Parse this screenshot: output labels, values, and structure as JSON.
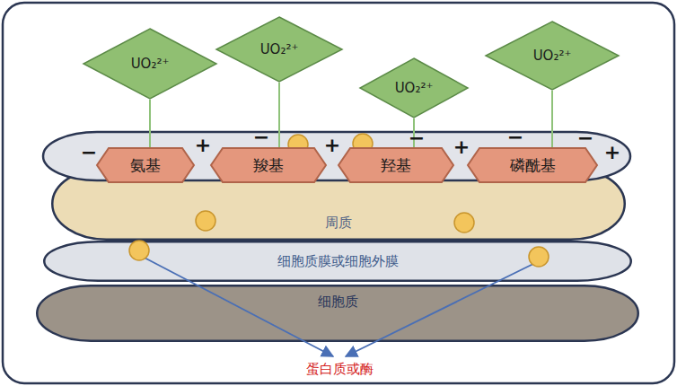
{
  "diagram": {
    "nodes": [
      {
        "text": [
          "UO₂²⁺"
        ]
      },
      {
        "text": [
          "UO₂²⁺"
        ]
      },
      {
        "text": [
          "UO₂²⁺"
        ]
      },
      {
        "text": [
          "UO₂²⁺"
        ]
      },
      {
        "text": [
          "氨基"
        ]
      },
      {
        "text": [
          "羧基"
        ]
      },
      {
        "text": [
          "羟基"
        ]
      },
      {
        "text": [
          "磷酰基"
        ]
      },
      {
        "text": [
          "周质"
        ]
      },
      {
        "text": [
          "细胞质膜或细胞外膜"
        ]
      },
      {
        "text": [
          "细胞质"
        ]
      }
    ],
    "edges": [
      {
        "from": 0,
        "to": 4,
        "arrow": "none"
      },
      {
        "from": 1,
        "to": 5,
        "arrow": "none"
      },
      {
        "from": 2,
        "to": 6,
        "arrow": "none"
      },
      {
        "from": 3,
        "to": 7,
        "arrow": "none"
      }
    ],
    "labels": [
      "−",
      "+",
      "−",
      "+",
      "−",
      "+",
      "−",
      "−",
      "+",
      "蛋白质或酶"
    ]
  }
}
